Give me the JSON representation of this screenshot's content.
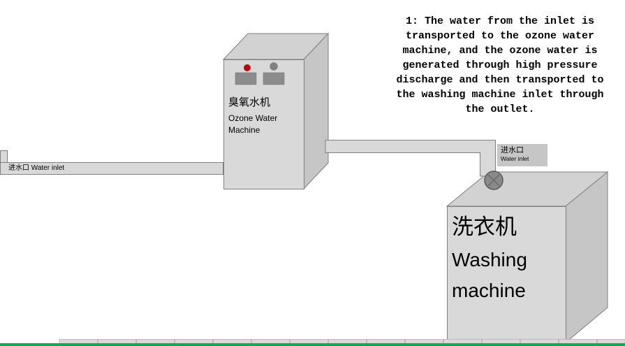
{
  "annotation": {
    "text": "1: The water from the inlet is\ntransported to the ozone water\nmachine, and the ozone water is\ngenerated through high pressure\ndischarge and then transported to\nthe washing machine inlet through\nthe outlet."
  },
  "ozone_machine": {
    "label_zh": "臭氧水机",
    "label_en": "Ozone Water Machine"
  },
  "washing_machine": {
    "label_zh": "洗衣机",
    "label_en": "Washing\nmachine"
  },
  "left_pipe": {
    "label": "进水口 Water inlet"
  },
  "washer_inlet": {
    "label_zh": "进水口",
    "label_en": "Water inlet"
  },
  "colors": {
    "face_front": "#d9d9d9",
    "face_top": "#d2d2d2",
    "face_side": "#c6c6c6",
    "pipe": "#d9d9d9",
    "outline": "#7f7f7f",
    "indicator_red": "#c00000",
    "indicator_gray": "#808080",
    "button_gray": "#8c8c8c",
    "connector": "#8a8a8a",
    "green_bar": "#00b050",
    "strip": "#d9d9d9",
    "strip_divider": "#a6a6a6",
    "inlet_label_bg": "#c6c6c6"
  }
}
